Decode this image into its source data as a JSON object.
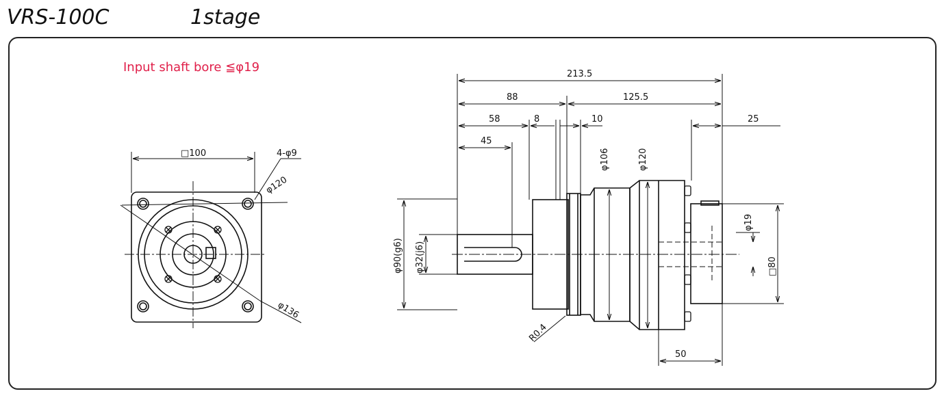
{
  "header": {
    "model": "VRS-100C",
    "stage": "1stage"
  },
  "note": "Input shaft bore ≦φ19",
  "front_view": {
    "square": "□100",
    "holes": "4-φ9",
    "pcd": "φ120",
    "outer_diameter": "φ136"
  },
  "side_view": {
    "overall_length": "213.5",
    "len_88": "88",
    "len_125_5": "125.5",
    "len_58": "58",
    "len_8": "8",
    "len_10": "10",
    "len_25": "25",
    "len_45": "45",
    "dia_106": "φ106",
    "dia_120": "φ120",
    "dia_90": "φ90(g6)",
    "dia_32": "φ32(j6)",
    "dia_19": "φ19",
    "square_80": "□80",
    "radius": "R0.4",
    "len_50": "50"
  },
  "colors": {
    "line": "#111111",
    "note": "#e0204a"
  }
}
